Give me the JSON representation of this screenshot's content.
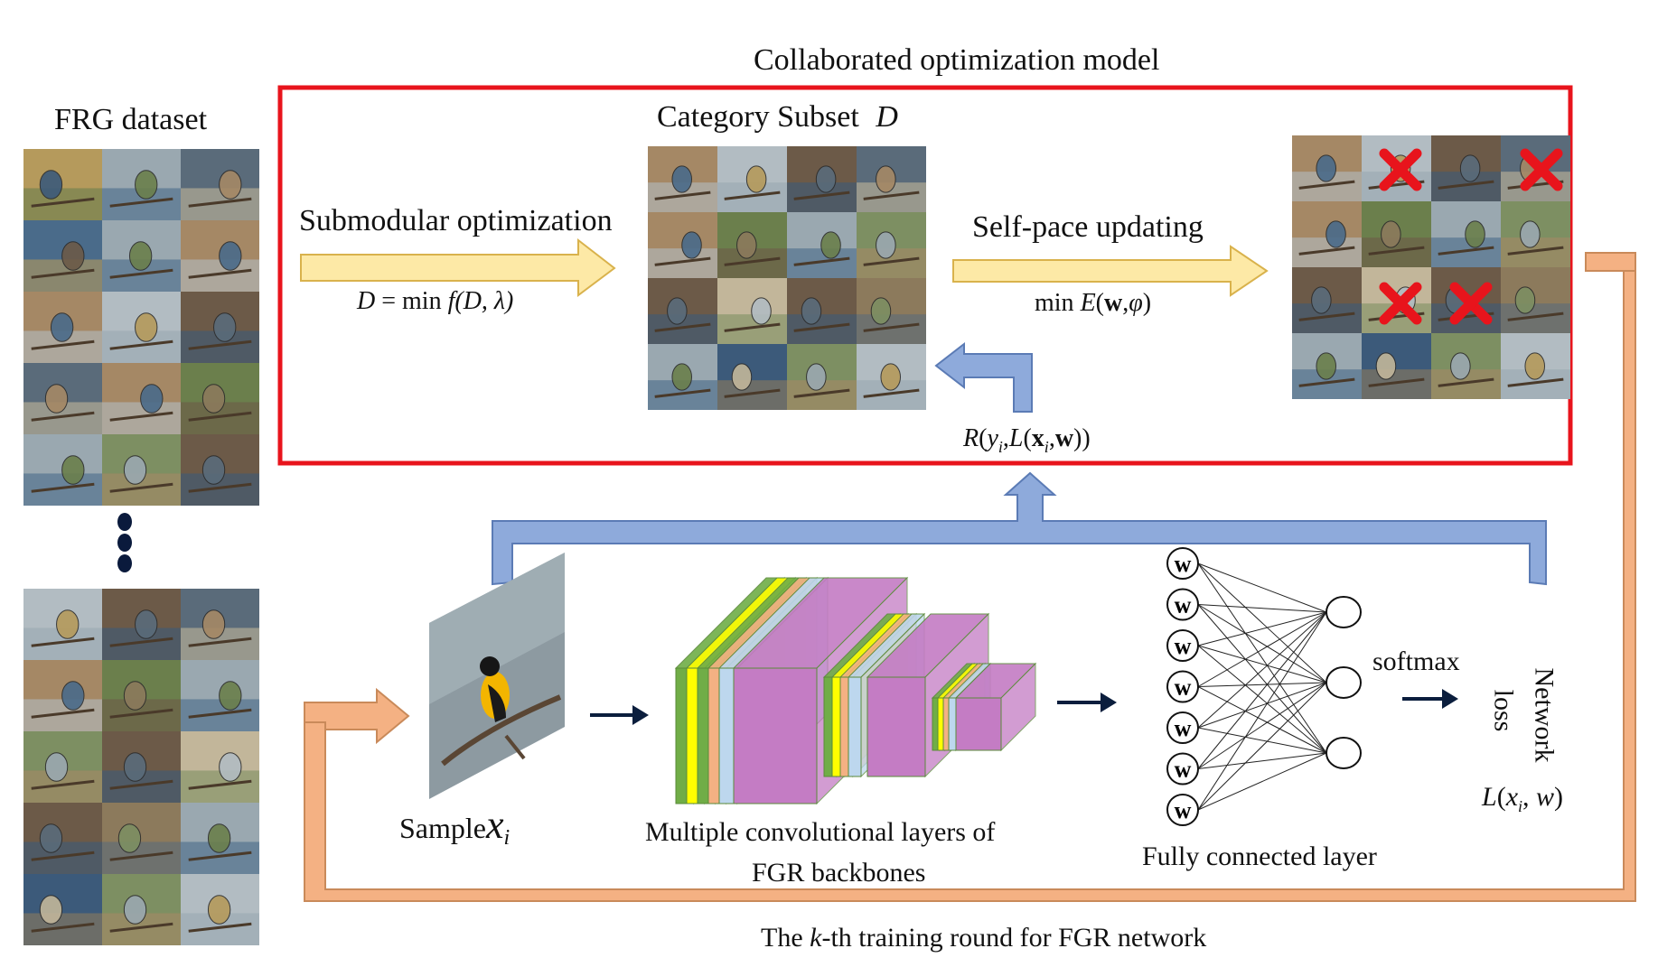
{
  "title_model": "Collaborated optimization model",
  "dataset": {
    "title": "FRG dataset"
  },
  "category_subset": {
    "title": "Category Subset",
    "symbol": "D"
  },
  "submodular": {
    "label": "Submodular optimization",
    "eq_lhs": "D",
    "eq_op": "=",
    "eq_min": "min",
    "eq_f": "f",
    "eq_args": "(D, λ)"
  },
  "selfpace": {
    "label": "Self-pace  updating",
    "eq_min": "min",
    "eq_e": "E",
    "eq_w": "w",
    "eq_phi": "φ"
  },
  "feedback": {
    "r": "R",
    "y": "y",
    "i": "i",
    "l": "L",
    "x": "x",
    "w": "w"
  },
  "sample": {
    "label": "Sample",
    "var": "x",
    "sub": "i"
  },
  "conv": {
    "line1": "Multiple convolutional layers of",
    "line2": "FGR backbones"
  },
  "fc": {
    "label": "Fully connected layer",
    "node_label": "w",
    "input_nodes": 7,
    "output_nodes": 3
  },
  "softmax": {
    "label": "softmax"
  },
  "network_loss": {
    "label_line1": "Network",
    "label_line2": "loss",
    "l": "L",
    "x": "x",
    "sub": "i",
    "w": "w"
  },
  "training_round": {
    "prefix": "The ",
    "k": "k",
    "suffix": "-th training round for FGR network"
  },
  "colors": {
    "red_box": "#e8141c",
    "yellow_arrow": "#fde9a6",
    "blue_arrow": "#8eaadb",
    "orange_loop": "#f4b183",
    "conv_green": "#70ad47",
    "conv_yellow": "#ffff00",
    "conv_orange": "#f4b183",
    "conv_blue": "#bdd7ee",
    "conv_pink": "#c47cc4",
    "cross_red": "#e8141c"
  }
}
